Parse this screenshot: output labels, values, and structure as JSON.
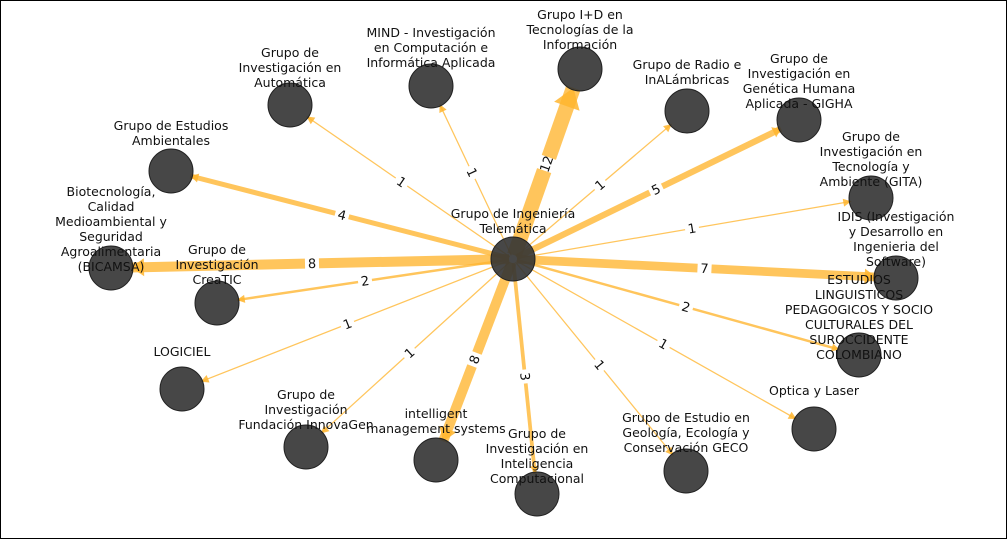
{
  "colors": {
    "edge": "#FFB52E",
    "node": "#333333",
    "node_outline": "#222222",
    "frame": "#000000",
    "background": "#FFFFFF"
  },
  "graph": {
    "center": {
      "id": "git",
      "label": [
        "Grupo de Ingeniería",
        "Telemática"
      ]
    },
    "nodes": [
      {
        "id": "mind",
        "label": [
          "MIND - Investigación",
          "en Computación e",
          "Informática Aplicada"
        ],
        "weight": 1
      },
      {
        "id": "imas",
        "label": [
          "Grupo I+D en",
          "Tecnologías de la",
          "Información"
        ],
        "weight": 12
      },
      {
        "id": "radio",
        "label": [
          "Grupo de Radio e",
          "InALámbricas"
        ],
        "weight": 1
      },
      {
        "id": "gigha",
        "label": [
          "Grupo de",
          "Investigación en",
          "Genética Humana",
          "Aplicada - GIGHA"
        ],
        "weight": 5
      },
      {
        "id": "gita",
        "label": [
          "Grupo de",
          "Investigación en",
          "Tecnología y",
          "Ambiente (GITA)"
        ],
        "weight": 1
      },
      {
        "id": "idis",
        "label": [
          "IDIS (Investigación",
          "y Desarrollo en",
          "Ingenieria del",
          "Software)"
        ],
        "weight": 7
      },
      {
        "id": "estudios",
        "label": [
          "ESTUDIOS",
          "LINGUISTICOS",
          "PEDAGOGICOS Y SOCIO",
          "CULTURALES DEL",
          "SUROCCIDENTE",
          "COLOMBIANO"
        ],
        "weight": 2
      },
      {
        "id": "optica",
        "label": [
          "Optica y Laser"
        ],
        "weight": 1
      },
      {
        "id": "geco",
        "label": [
          "Grupo de Estudio en",
          "Geología, Ecología y",
          "Conservación GECO"
        ],
        "weight": 1
      },
      {
        "id": "inteligencia",
        "label": [
          "Grupo de",
          "Investigación en",
          "Inteligencia",
          "Computacional"
        ],
        "weight": 3
      },
      {
        "id": "intelligent",
        "label": [
          "intelligent",
          "management systems"
        ],
        "weight": 8
      },
      {
        "id": "innovagen",
        "label": [
          "Grupo de",
          "Investigación",
          "Fundación InnovaGen"
        ],
        "weight": 1
      },
      {
        "id": "logiciel",
        "label": [
          "LOGICIEL"
        ],
        "weight": 1
      },
      {
        "id": "creatic",
        "label": [
          "Grupo de",
          "Investigación",
          "CreaTIC"
        ],
        "weight": 2
      },
      {
        "id": "bicamsa",
        "label": [
          "Biotecnología,",
          "Calidad",
          "Medioambiental y",
          "Seguridad",
          "Agroalimentaria",
          "(BICAMSA)"
        ],
        "weight": 8
      },
      {
        "id": "ambientales",
        "label": [
          "Grupo de Estudios",
          "Ambientales"
        ],
        "weight": 4
      },
      {
        "id": "automatica",
        "label": [
          "Grupo de",
          "Investigación en",
          "Automática"
        ],
        "weight": 1
      }
    ]
  }
}
